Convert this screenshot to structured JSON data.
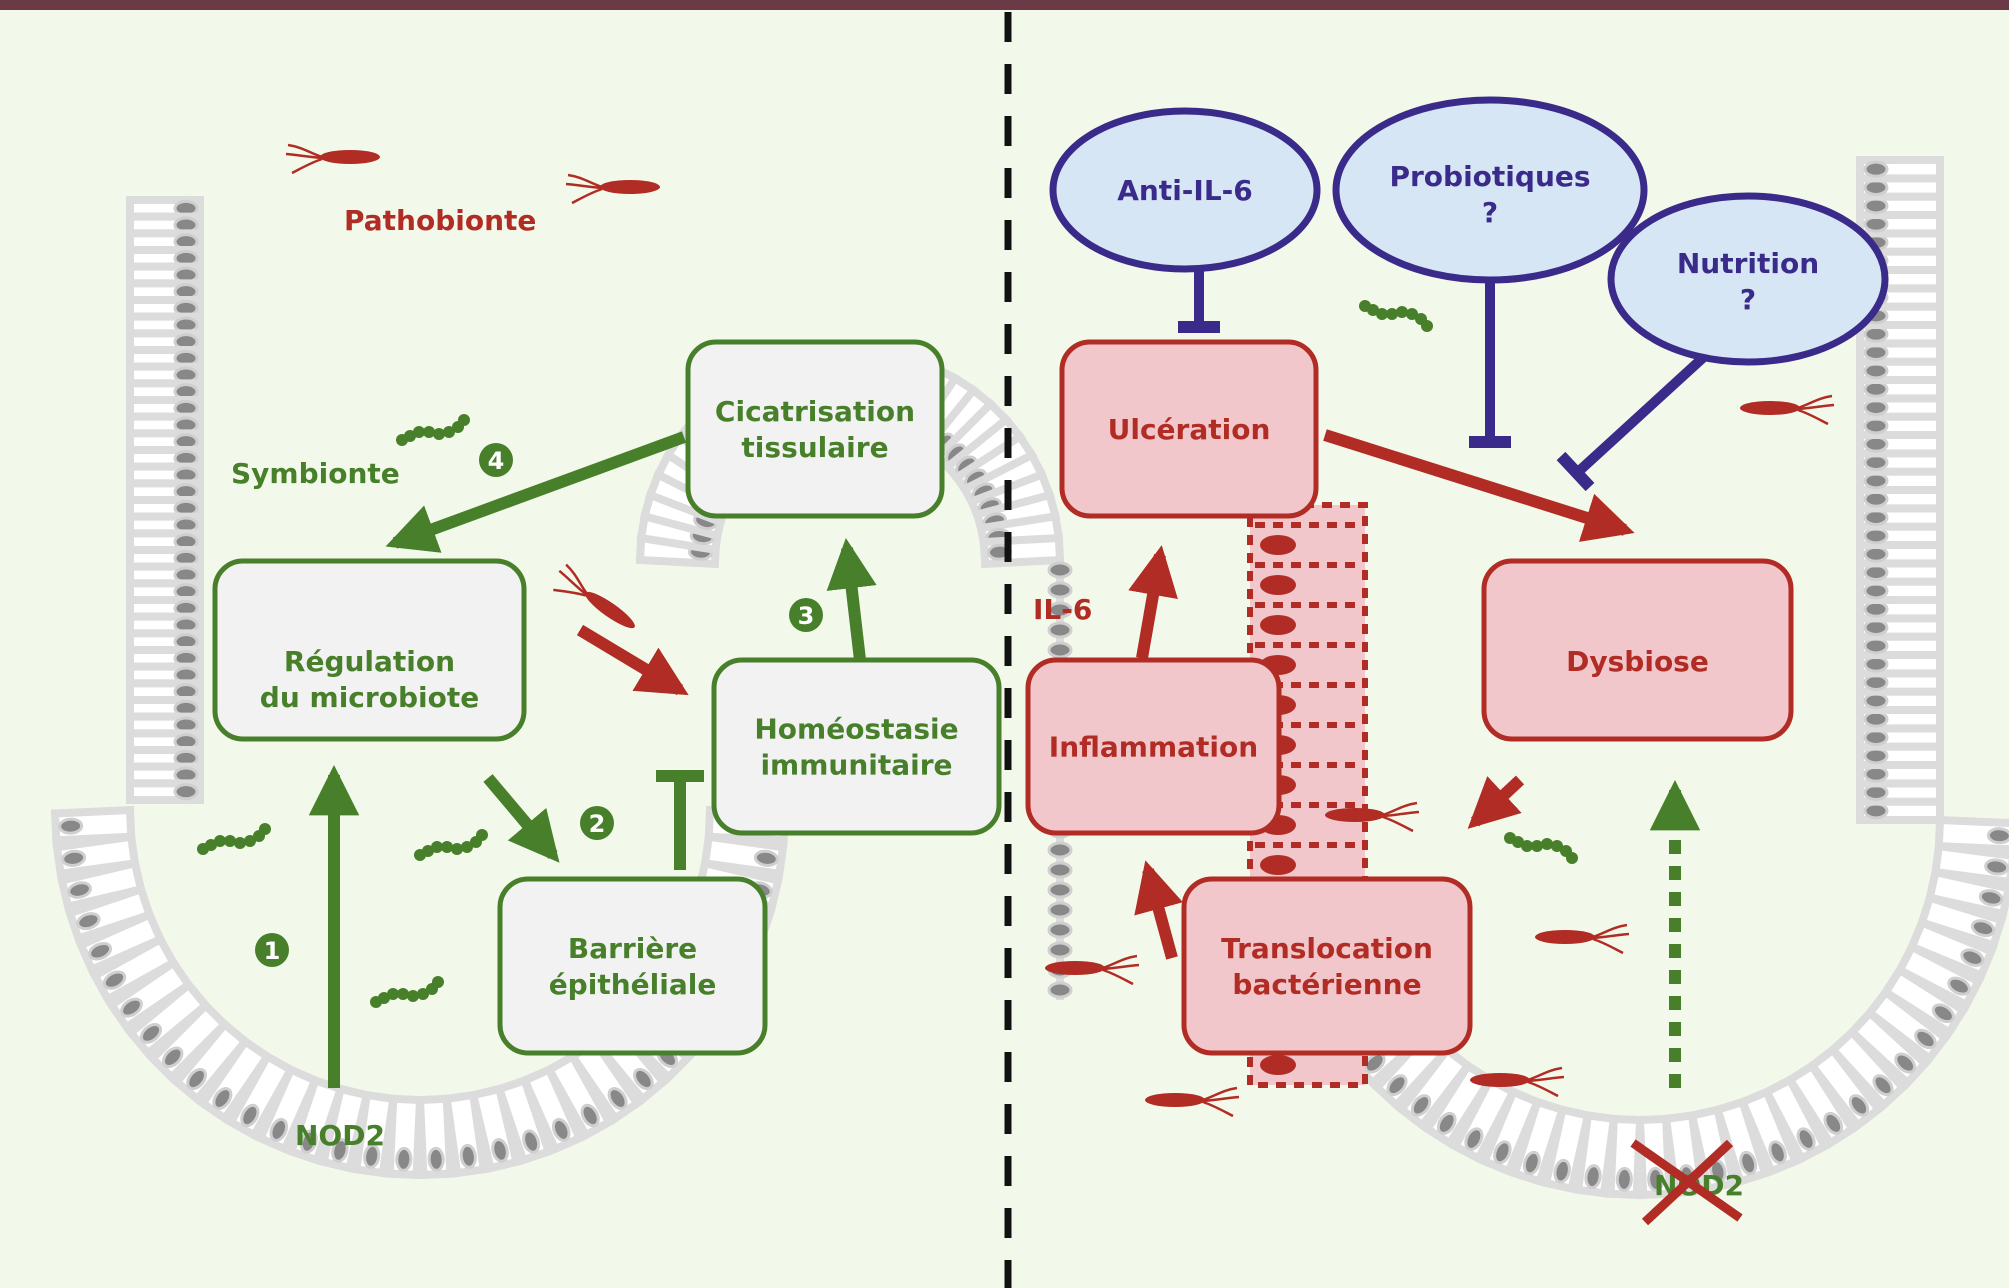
{
  "colors": {
    "top_bar": "#6b3a47",
    "background": "#f3f9ea",
    "green": "#477f2a",
    "red": "#b12c24",
    "blue": "#3a2a8a",
    "green_box_fill": "#f2f2f2",
    "red_box_fill": "#f2c7cb",
    "ellipse_fill": "#d6e6f5",
    "epithelium": "#dcdcdc",
    "nucleus": "#888888"
  },
  "labels": {
    "pathobionte": "Pathobionte",
    "symbionte": "Symbionte",
    "nod2_left": "NOD2",
    "nod2_right": "NOD2",
    "il6": "IL-6"
  },
  "steps": {
    "one": "1",
    "two": "2",
    "three": "3",
    "four": "4"
  },
  "left_panel": {
    "boxes": {
      "cicatrisation": [
        "Cicatrisation",
        "tissulaire"
      ],
      "regulation": [
        "Régulation",
        "du microbiote"
      ],
      "homeostasie": [
        "Homéostasie",
        "immunitaire"
      ],
      "barriere": [
        "Barrière",
        "épithéliale"
      ]
    }
  },
  "right_panel": {
    "boxes": {
      "ulceration": [
        "Ulcération"
      ],
      "inflammation": [
        "Inflammation"
      ],
      "translocation": [
        "Translocation",
        "bactérienne"
      ],
      "dysbiose": [
        "Dysbiose"
      ]
    },
    "therapies": {
      "anti_il6": [
        "Anti-IL-6"
      ],
      "probiotiques": [
        "Probiotiques",
        "?"
      ],
      "nutrition": [
        "Nutrition",
        "?"
      ]
    }
  }
}
